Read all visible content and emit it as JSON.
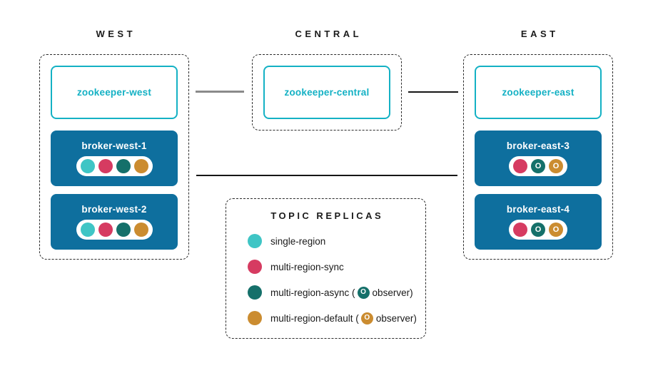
{
  "colors": {
    "single-region": "#3fc5c5",
    "multi-region-sync": "#d63b61",
    "multi-region-async": "#15706a",
    "multi-region-default": "#cb8c30",
    "broker": "#0e6f9e",
    "zookeeper": "#14b1c4"
  },
  "observer_glyph": "O",
  "regions": [
    {
      "label": "WEST",
      "zookeeper": "zookeeper-west",
      "brokers": [
        {
          "name": "broker-west-1",
          "replicas": [
            {
              "type": "single-region",
              "observer": false
            },
            {
              "type": "multi-region-sync",
              "observer": false
            },
            {
              "type": "multi-region-async",
              "observer": false
            },
            {
              "type": "multi-region-default",
              "observer": false
            }
          ]
        },
        {
          "name": "broker-west-2",
          "replicas": [
            {
              "type": "single-region",
              "observer": false
            },
            {
              "type": "multi-region-sync",
              "observer": false
            },
            {
              "type": "multi-region-async",
              "observer": false
            },
            {
              "type": "multi-region-default",
              "observer": false
            }
          ]
        }
      ]
    },
    {
      "label": "CENTRAL",
      "zookeeper": "zookeeper-central",
      "brokers": []
    },
    {
      "label": "EAST",
      "zookeeper": "zookeeper-east",
      "brokers": [
        {
          "name": "broker-east-3",
          "replicas": [
            {
              "type": "multi-region-sync",
              "observer": false
            },
            {
              "type": "multi-region-async",
              "observer": true
            },
            {
              "type": "multi-region-default",
              "observer": true
            }
          ]
        },
        {
          "name": "broker-east-4",
          "replicas": [
            {
              "type": "multi-region-sync",
              "observer": false
            },
            {
              "type": "multi-region-async",
              "observer": true
            },
            {
              "type": "multi-region-default",
              "observer": true
            }
          ]
        }
      ]
    }
  ],
  "legend": {
    "title": "TOPIC REPLICAS",
    "items": [
      {
        "label": "single-region",
        "type": "single-region",
        "observer": false,
        "suffix": ""
      },
      {
        "label": "multi-region-sync",
        "type": "multi-region-sync",
        "observer": false,
        "suffix": ""
      },
      {
        "label": "multi-region-async (",
        "type": "multi-region-async",
        "observer": true,
        "suffix": "observer)"
      },
      {
        "label": "multi-region-default (",
        "type": "multi-region-default",
        "observer": true,
        "suffix": "observer)"
      }
    ]
  }
}
